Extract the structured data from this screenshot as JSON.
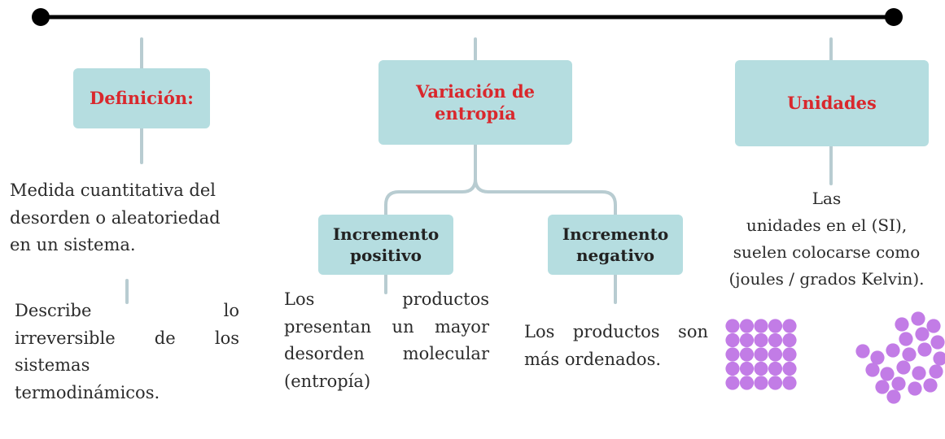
{
  "boxes": {
    "definicion": "Definición:",
    "variacion_line1": "Variación de",
    "variacion_line2": "entropía",
    "unidades": "Unidades",
    "inc_pos_line1": "Incremento",
    "inc_pos_line2": "positivo",
    "inc_neg_line1": "Incremento",
    "inc_neg_line2": "negativo"
  },
  "texts": {
    "definicion_text": [
      "Medida cuantitativa del",
      "desorden o aleatoriedad",
      "en un sistema."
    ],
    "describe_text": [
      "Describe lo",
      "irreversible de los",
      "sistemas",
      "termodinámicos."
    ],
    "positivo_text": [
      "Los productos",
      "presentan un mayor",
      "desorden molecular",
      "(entropía)"
    ],
    "negativo_text": [
      "Los productos son",
      "más ordenados."
    ],
    "unidades_text": [
      "Las",
      "unidades en el (SI),",
      "suelen colocarse como",
      "(joules / grados Kelvin)."
    ]
  },
  "colors": {
    "box_fill": "#b5dde0",
    "title_red": "#d9282d",
    "connector": "#b8ccd1",
    "timeline": "#000000",
    "particle": "#c27ce6"
  },
  "icons": {
    "ordered_particles": "ordered-particles-icon",
    "disordered_particles": "disordered-particles-icon"
  }
}
